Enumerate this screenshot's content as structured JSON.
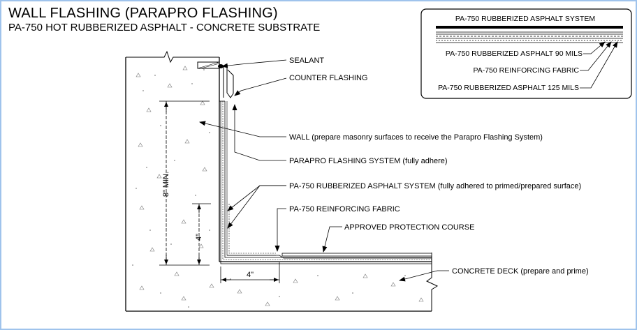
{
  "title": "WALL FLASHING (PARAPRO FLASHING)",
  "subtitle": "PA-750 HOT RUBBERIZED ASPHALT - CONCRETE SUBSTRATE",
  "inset": {
    "heading": "PA-750 RUBBERIZED ASPHALT SYSTEM",
    "labels": [
      "PA-750 RUBBERIZED ASPHALT 90 MILS",
      "PA-750 REINFORCING FABRIC",
      "PA-750 RUBBERIZED ASPHALT 125 MILS"
    ]
  },
  "callouts": {
    "sealant": "SEALANT",
    "counter_flashing": "COUNTER FLASHING",
    "wall": "WALL (prepare masonry surfaces to receive the Parapro Flashing System)",
    "parapro": "PARAPRO FLASHING SYSTEM (fully adhere)",
    "asphalt_system": "PA-750 RUBBERIZED ASPHALT SYSTEM (fully adhered to primed/prepared surface)",
    "reinforcing": "PA-750 REINFORCING FABRIC",
    "protection": "APPROVED PROTECTION COURSE",
    "deck": "CONCRETE DECK (prepare and prime)"
  },
  "dimensions": {
    "min_height": "8\" MIN.",
    "vertical_4": "4\"",
    "horizontal_4": "4\""
  }
}
